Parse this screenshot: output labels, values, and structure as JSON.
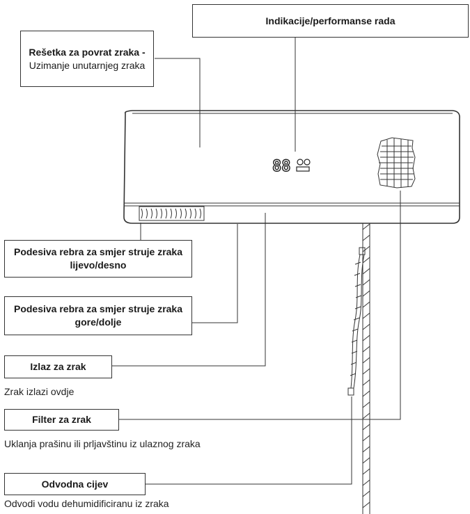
{
  "labels": {
    "return_grille": {
      "title": "Rešetka za povrat zraka -",
      "desc": "Uzimanje unutarnjeg zraka"
    },
    "indicators": {
      "title": "Indikacije/performanse rada"
    },
    "louvers_lr": {
      "title": "Podesiva rebra za smjer struje zraka lijevo/desno"
    },
    "louvers_ud": {
      "title": "Podesiva rebra za smjer struje zraka gore/dolje"
    },
    "air_outlet": {
      "title": "Izlaz za zrak",
      "caption": "Zrak izlazi ovdje"
    },
    "air_filter": {
      "title": "Filter za zrak",
      "caption": "Uklanja prašinu ili prljavštinu iz ulaznog zraka"
    },
    "drain_pipe": {
      "title": "Odvodna cijev",
      "caption": "Odvodi vodu dehumidificiranu iz zraka"
    }
  },
  "display": {
    "digits": "88"
  },
  "colors": {
    "line": "#333333",
    "background": "#ffffff"
  }
}
